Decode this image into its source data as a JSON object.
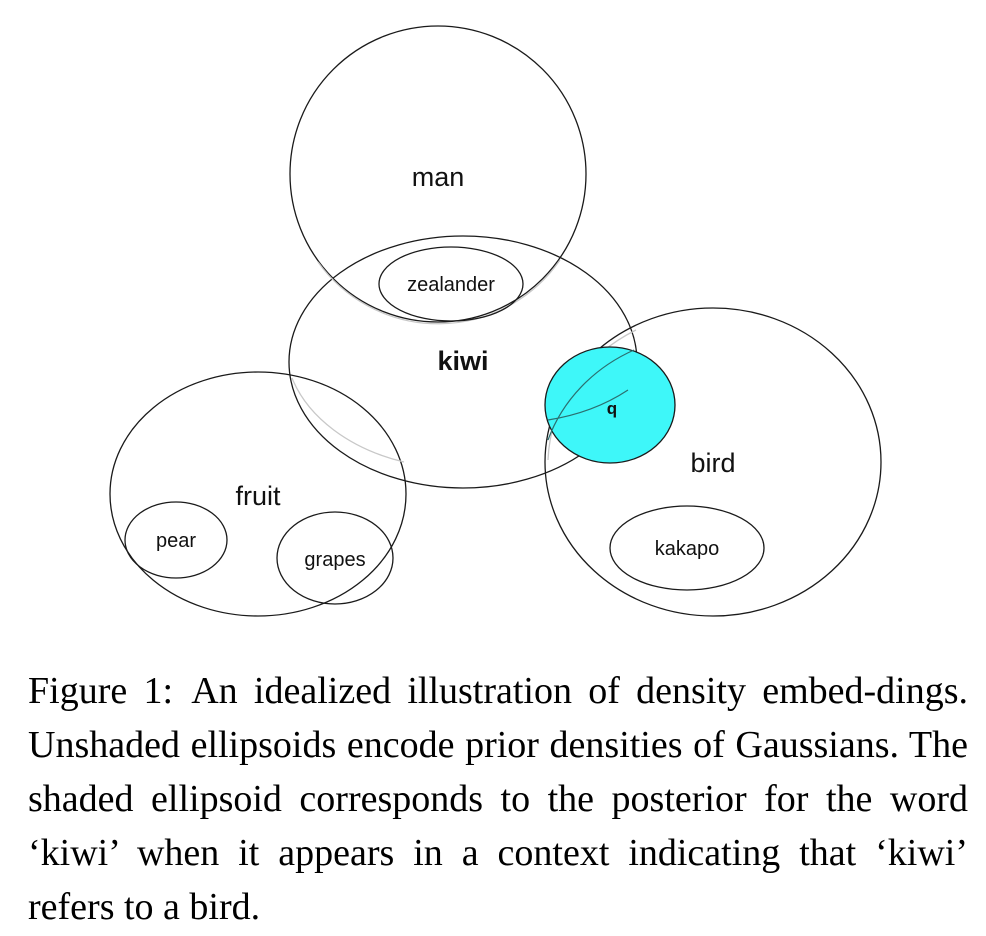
{
  "figure": {
    "labels": {
      "man": "man",
      "zealander": "zealander",
      "kiwi": "kiwi",
      "q": "q",
      "bird": "bird",
      "kakapo": "kakapo",
      "fruit": "fruit",
      "pear": "pear",
      "grapes": "grapes"
    },
    "colors": {
      "outline": "#1a1a1a",
      "faint_outline": "#c8c8c8",
      "shaded_fill": "#3ef7f9"
    }
  },
  "caption": {
    "label": "Figure 1:",
    "text": "An idealized illustration of density embed-dings. Unshaded ellipsoids encode prior densities of Gaussians. The shaded ellipsoid corresponds to the posterior for the word ‘kiwi’ when it appears in a context indicating that ‘kiwi’ refers to a bird."
  }
}
